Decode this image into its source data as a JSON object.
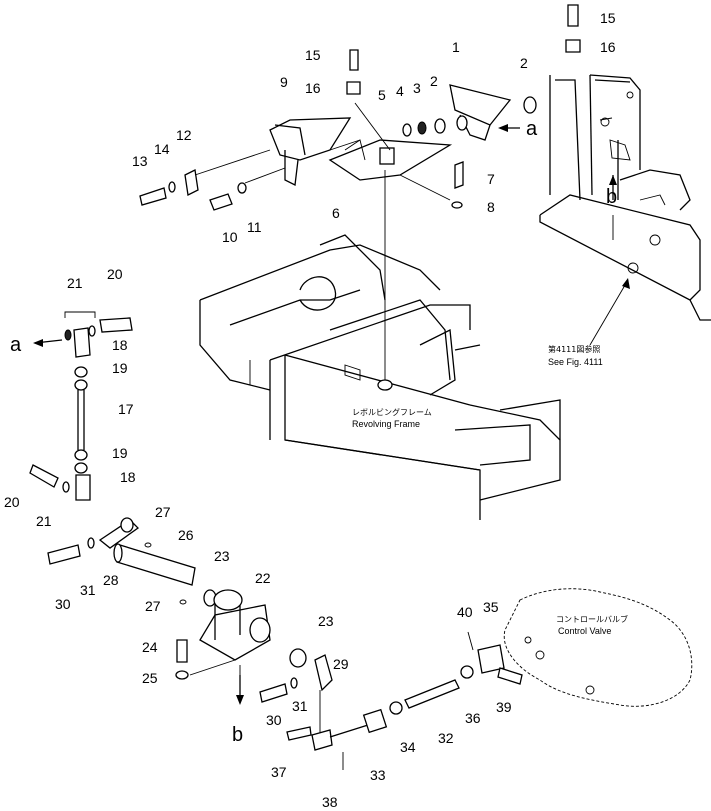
{
  "labels": {
    "n1": "1",
    "n2a": "2",
    "n2b": "2",
    "n3": "3",
    "n4": "4",
    "n5": "5",
    "n6": "6",
    "n7": "7",
    "n8": "8",
    "n9": "9",
    "n10": "10",
    "n11": "11",
    "n12": "12",
    "n13": "13",
    "n14": "14",
    "n15a": "15",
    "n15b": "15",
    "n16a": "16",
    "n16b": "16",
    "n17": "17",
    "n18a": "18",
    "n18b": "18",
    "n19a": "19",
    "n19b": "19",
    "n20a": "20",
    "n20b": "20",
    "n21a": "21",
    "n21b": "21",
    "n22": "22",
    "n23a": "23",
    "n23b": "23",
    "n24": "24",
    "n25": "25",
    "n26": "26",
    "n27a": "27",
    "n27b": "27",
    "n28": "28",
    "n29": "29",
    "n30a": "30",
    "n30b": "30",
    "n31a": "31",
    "n31b": "31",
    "n32": "32",
    "n33": "33",
    "n34": "34",
    "n35": "35",
    "n36": "36",
    "n37": "37",
    "n38": "38",
    "n39": "39",
    "n40": "40"
  },
  "letters": {
    "a_top": "a",
    "a_left": "a",
    "b_top": "b",
    "b_bottom": "b"
  },
  "captions": {
    "ref_jp": "第4111図参照",
    "ref_en": "See Fig. 4111",
    "frame_jp": "レボルビングフレーム",
    "frame_en": "Revolving Frame",
    "valve_jp": "コントロールバルブ",
    "valve_en": "Control Valve"
  }
}
